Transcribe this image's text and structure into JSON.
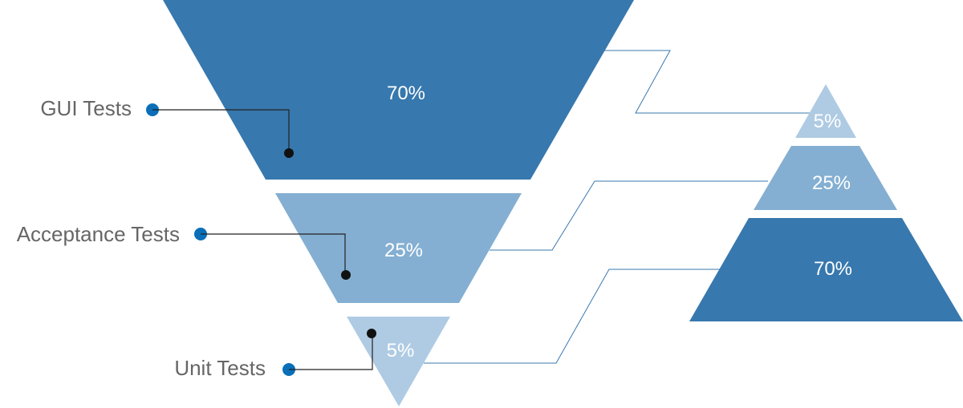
{
  "colors": {
    "dark": "#3778AE",
    "mid": "#84AFD2",
    "light": "#AFCBE3",
    "label": "#666666",
    "dot_blue": "#0A6FB8",
    "dot_black": "#111111",
    "connector": "#3A78AD"
  },
  "funnel": {
    "levels": [
      {
        "label": "GUI Tests",
        "percent": "70%"
      },
      {
        "label": "Acceptance Tests",
        "percent": "25%"
      },
      {
        "label": "Unit Tests",
        "percent": "5%"
      }
    ]
  },
  "pyramid": {
    "levels": [
      {
        "percent": "5%"
      },
      {
        "percent": "25%"
      },
      {
        "percent": "70%"
      }
    ]
  }
}
